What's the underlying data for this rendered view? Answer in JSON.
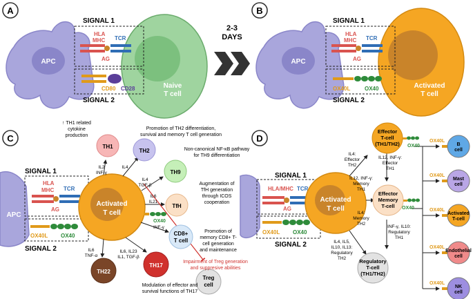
{
  "panels": {
    "a": {
      "letter": "A",
      "signal1": "SIGNAL 1",
      "signal2": "SIGNAL 2",
      "apc": "APC",
      "hla": "HLA",
      "mhc": "MHC",
      "ag": "AG",
      "tcr": "TCR",
      "cd80": "CD80",
      "cd28": "CD28",
      "cell_line1": "Naive",
      "cell_line2": "T cell"
    },
    "arrow": {
      "line1": "2-3",
      "line2": "DAYS"
    },
    "b": {
      "letter": "B",
      "signal1": "SIGNAL 1",
      "signal2": "SIGNAL 2",
      "apc": "APC",
      "hla": "HLA",
      "mhc": "MHC",
      "ag": "AG",
      "tcr": "TCR",
      "ox40l": "OX40L",
      "ox40": "OX40",
      "cell_line1": "Activated",
      "cell_line2": "T cell"
    },
    "c": {
      "letter": "C",
      "signal1": "SIGNAL 1",
      "signal2": "SIGNAL 2",
      "apc": "APC",
      "hla": "HLA",
      "mhc": "MHC",
      "ag": "AG",
      "tcr": "TCR",
      "ox40l": "OX40L",
      "ox40": "OX40",
      "center_line1": "Activated",
      "center_line2": "T cell",
      "th1": "TH1",
      "th2": "TH2",
      "th9": "TH9",
      "tfh": "TfH",
      "cd8_line1": "CD8+",
      "cd8_line2": "T cell",
      "th17": "TH17",
      "th22": "TH22",
      "treg_line1": "Treg",
      "treg_line2": "cell",
      "th1_note": [
        "↑ TH1 related",
        "cytokine",
        "production"
      ],
      "th2_note": [
        "Promotion of TH2 differentiation,",
        "survival and memory T cell generation"
      ],
      "th9_note": [
        "Non-canonical NF-κB pathway",
        "for TH9 differentiation"
      ],
      "tfh_note": [
        "Augmentation of",
        "TfH generation",
        "through ICOS",
        "cooperation"
      ],
      "cd8_note": [
        "Promotion of",
        "memory CD8+ T-",
        "cell generation",
        "and maintenance"
      ],
      "th17_note": [
        "Modulation of effector and",
        "survival functions of TH17"
      ],
      "treg_note": [
        "Impairment of Treg generation",
        "and suppresive abilities"
      ],
      "cyt_th1": [
        "IL2",
        "INF-γ"
      ],
      "cyt_th2": [
        "IL4"
      ],
      "cyt_th9": [
        "IL4",
        "TGF-β"
      ],
      "cyt_tfh": [
        "IL6",
        "IL21"
      ],
      "cyt_cd8": [
        "INF-γ"
      ],
      "cyt_th17": [
        "IL6, IL23",
        "IL1, TGF-β"
      ],
      "cyt_th22": [
        "IL6",
        "TNF-α"
      ]
    },
    "d": {
      "letter": "D",
      "signal1": "SIGNAL 1",
      "signal2": "SIGNAL 2",
      "hla_mhc": "HLA/MHC",
      "ag": "AG",
      "tcr": "TCR",
      "ox40l": "OX40L",
      "ox40": "OX40",
      "center_line1": "Activated",
      "center_line2": "T cell",
      "eff_line1": "Effector",
      "eff_line2": "T-cell",
      "eff_line3": "(TH1/TH2)",
      "mem_line1": "Effector",
      "mem_line2": "Memory",
      "mem_line3": "T-cell",
      "reg_line1": "Regulatory",
      "reg_line2": "T-cell",
      "reg_line3": "(TH1/TH2)",
      "cyt_eff": [
        "IL4:",
        "Effector",
        "TH2"
      ],
      "cyt_eff2": [
        "IL12, INF-γ:",
        "Effector",
        "TH1"
      ],
      "cyt_mem": [
        "IL12, INF-γ:",
        "Memory",
        "TH1"
      ],
      "cyt_mem2": [
        "IL4:",
        "Memory",
        "TH2"
      ],
      "cyt_reg": [
        "INF-γ, IL10:",
        "Regulatory",
        "TH1"
      ],
      "cyt_reg2": [
        "IL4, IL5,",
        "IL10, IL13:",
        "Regulatory",
        "TH2"
      ],
      "targets": [
        "B cell",
        "Mast cell",
        "Activated T-cell",
        "Endothelial cell",
        "NK cell"
      ],
      "target_ox40l": "OX40L"
    }
  },
  "colors": {
    "apc": "#a9a6dc",
    "apc_nucleus": "#8a86c9",
    "naive": "#9fd49f",
    "naive_nucleus": "#7cc07e",
    "activated": "#f5a623",
    "activated_nucleus": "#c9842a",
    "hla": "#d9534f",
    "tcr": "#2f6db5",
    "cd80": "#e09a1a",
    "cd28": "#5a3e99",
    "ox40": "#2e8b3a",
    "red_note": "#d0312d"
  }
}
